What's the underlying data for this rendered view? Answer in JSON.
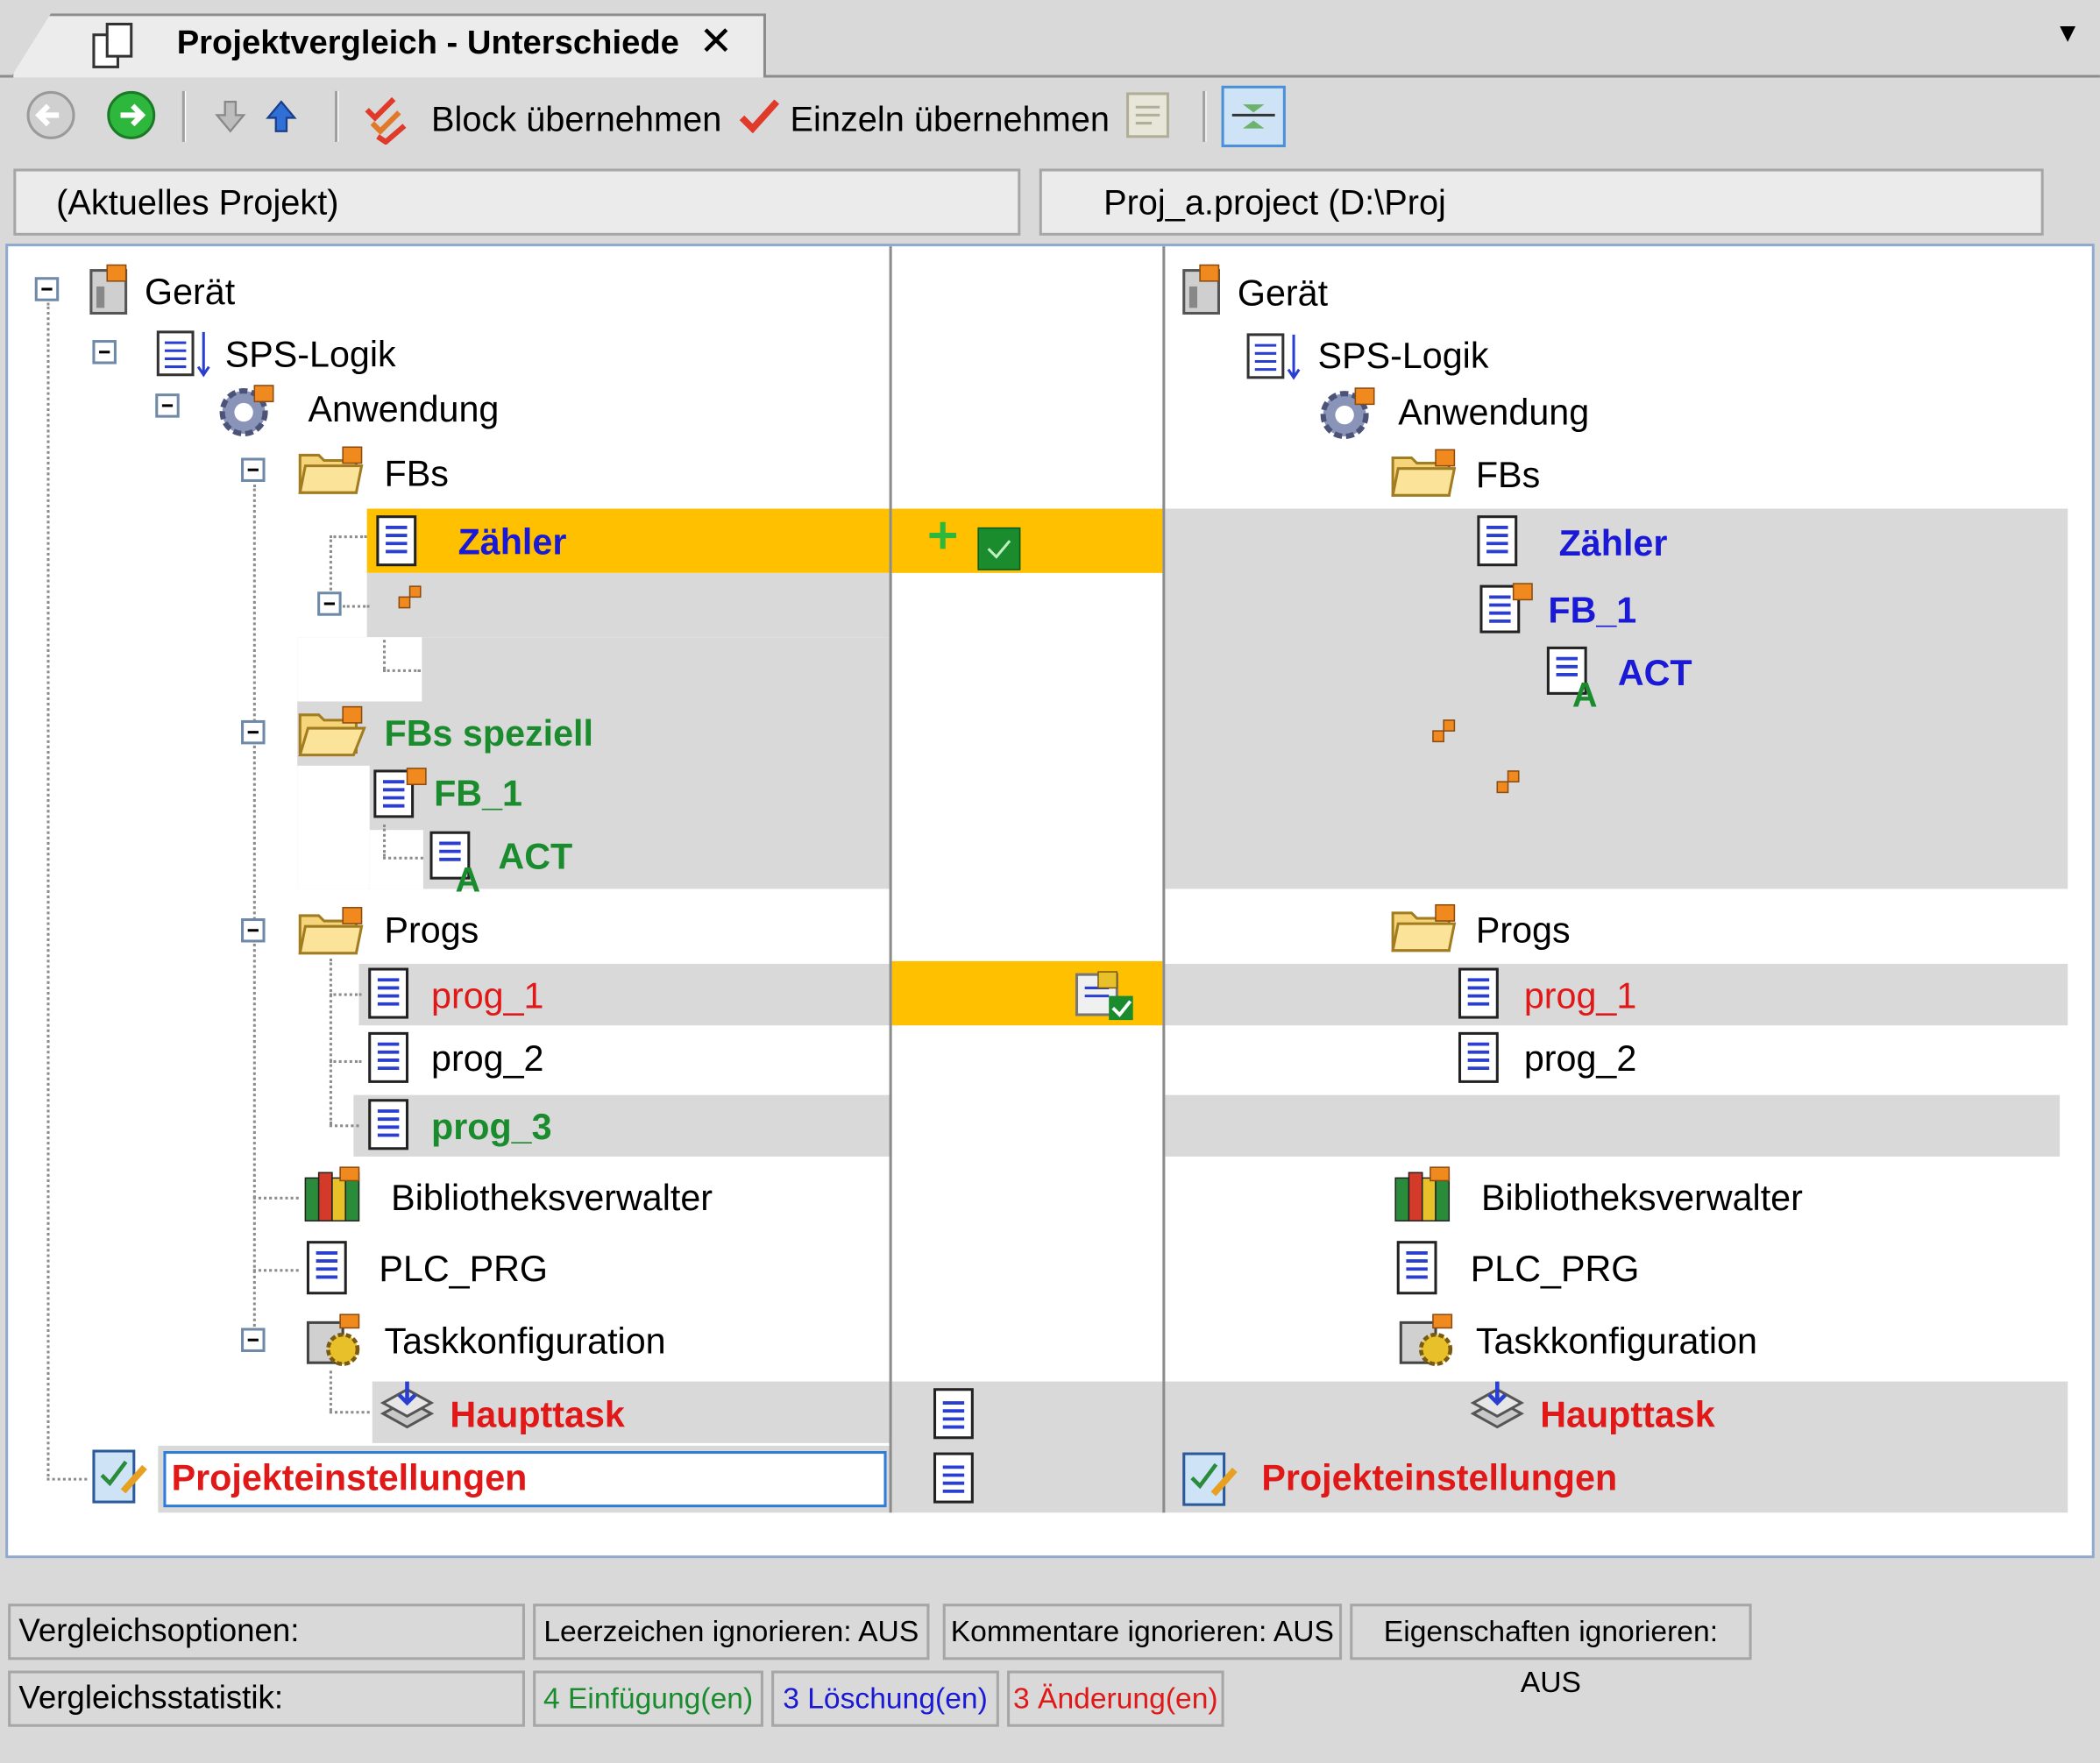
{
  "tab": {
    "title": "Projektvergleich - Unterschiede",
    "close": "✕",
    "menu": "▼"
  },
  "toolbar": {
    "block_label": "Block übernehmen",
    "single_label": "Einzeln übernehmen"
  },
  "headers": {
    "left": "(Aktuelles Projekt)",
    "right": "Proj_a.project (D:\\Proj"
  },
  "left_tree": {
    "geraet": "Gerät",
    "sps": "SPS-Logik",
    "anwendung": "Anwendung",
    "fbs": "FBs",
    "zaehler": "Zähler",
    "fbs_speziell": "FBs speziell",
    "fb1": "FB_1",
    "act": "ACT",
    "progs": "Progs",
    "prog1": "prog_1",
    "prog2": "prog_2",
    "prog3": "prog_3",
    "bib": "Bibliotheksverwalter",
    "plc": "PLC_PRG",
    "task": "Taskkonfiguration",
    "haupttask": "Haupttask",
    "projekt": "Projekteinstellungen"
  },
  "right_tree": {
    "geraet": "Gerät",
    "sps": "SPS-Logik",
    "anwendung": "Anwendung",
    "fbs": "FBs",
    "zaehler": "Zähler",
    "fb1": "FB_1",
    "act": "ACT",
    "progs": "Progs",
    "prog1": "prog_1",
    "prog2": "prog_2",
    "bib": "Bibliotheksverwalter",
    "plc": "PLC_PRG",
    "task": "Taskkonfiguration",
    "haupttask": "Haupttask",
    "projekt": "Projekteinstellungen"
  },
  "bottom": {
    "options_label": "Vergleichsoptionen:",
    "opt_whitespace": "Leerzeichen ignorieren: AUS",
    "opt_comments": "Kommentare ignorieren: AUS",
    "opt_props": "Eigenschaften ignorieren: AUS",
    "stats_label": "Vergleichsstatistik:",
    "stat_ins": "4 Einfügung(en)",
    "stat_del": "3 Löschung(en)",
    "stat_chg": "3 Änderung(en)"
  },
  "colors": {
    "selected": "#ffc000",
    "diff_row": "#d9d9d9",
    "insert": "#1a8c2e",
    "delete": "#1a1ad6",
    "change": "#e01818"
  }
}
